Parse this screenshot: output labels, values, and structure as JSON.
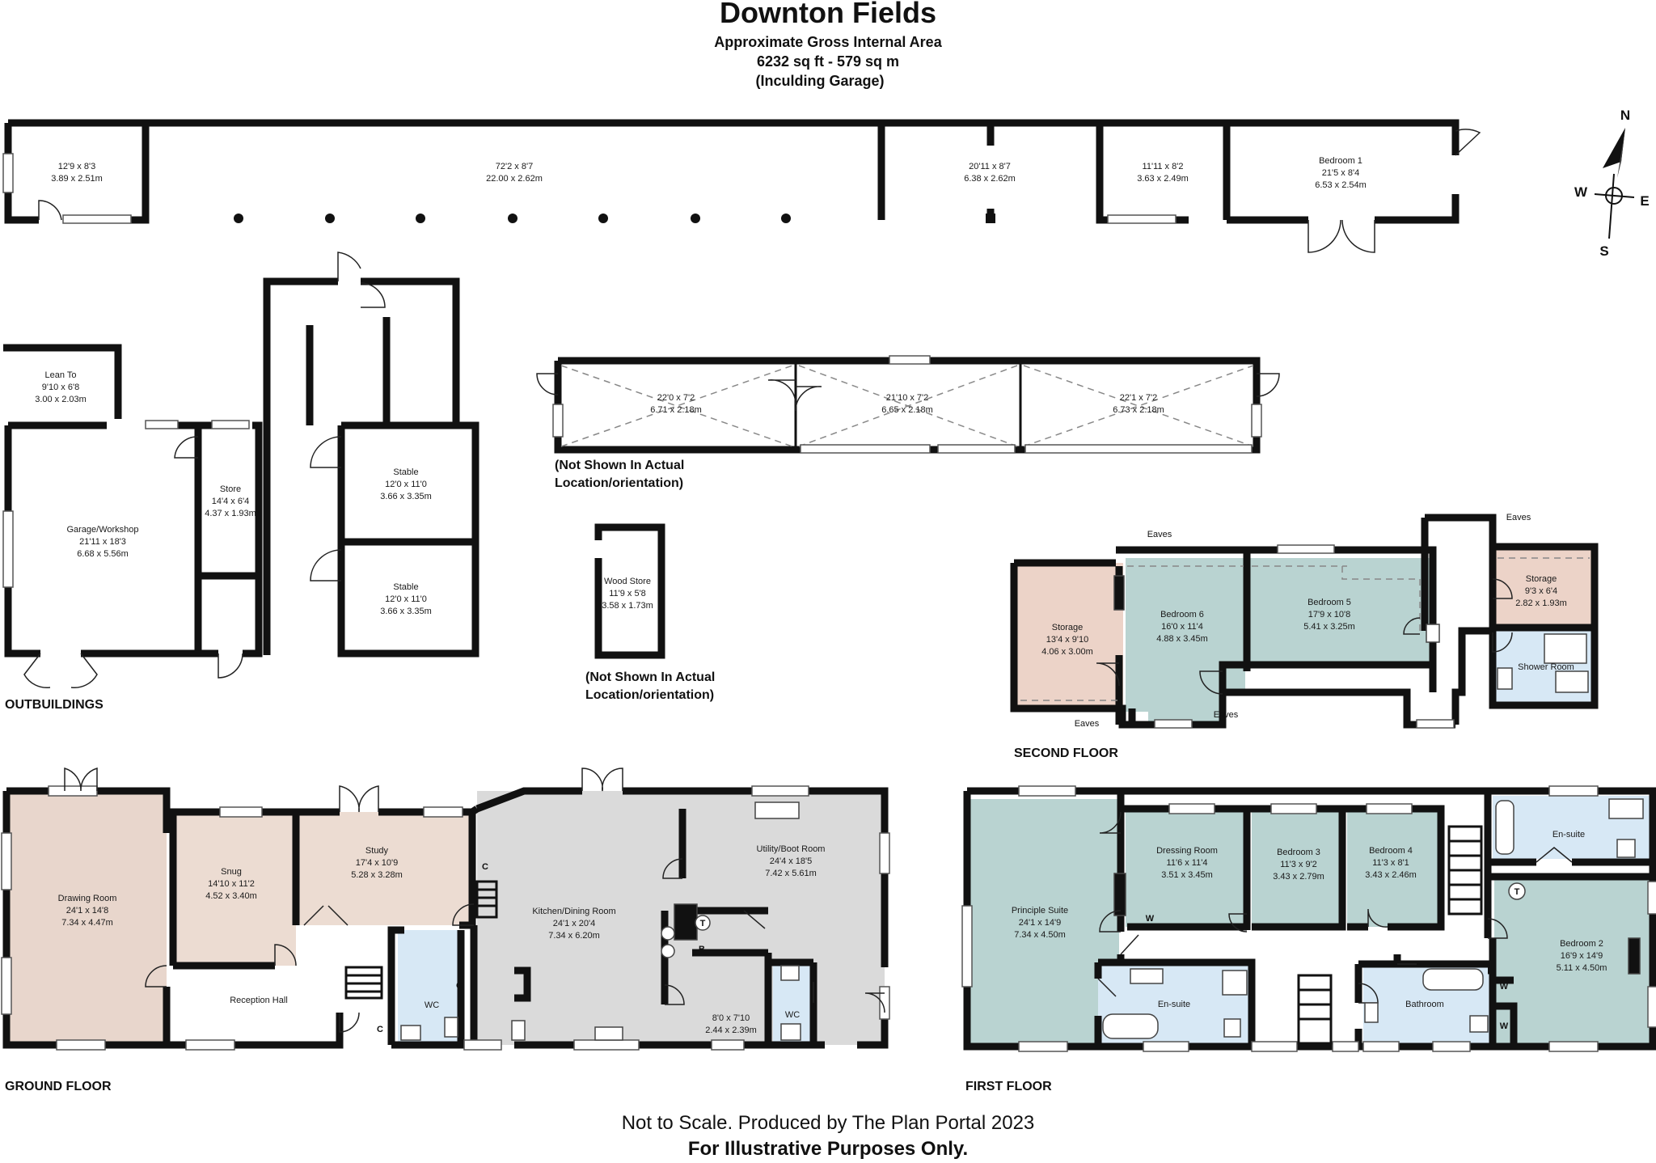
{
  "title": "Downton Fields",
  "subtitle": "Approximate Gross Internal Area",
  "area": "6232 sq ft - 579 sq m",
  "area_note": "(Inculding Garage)",
  "compass": {
    "n": "N",
    "e": "E",
    "s": "S",
    "w": "W"
  },
  "colors": {
    "drawing_room": "#e8d6cc",
    "snug": "#ecdcd2",
    "study": "#ecdcd2",
    "kitchen": "#dadada",
    "wet": "#d7e8f5",
    "bedroom_green": "#b9d3d1",
    "storage_pink": "#ecd3c8",
    "wall": "#111111"
  },
  "floor_labels": {
    "outbuildings": "OUTBUILDINGS",
    "ground": "GROUND FLOOR",
    "first": "FIRST FLOOR",
    "second": "SECOND FLOOR"
  },
  "not_shown_1": [
    "(Not Shown In Actual",
    "Location/orientation)"
  ],
  "not_shown_2": [
    "(Not Shown In Actual",
    "Location/orientation)"
  ],
  "barn": [
    {
      "dim1": "12'9 x 8'3",
      "dim2": "3.89 x 2.51m"
    },
    {
      "dim1": "72'2 x 8'7",
      "dim2": "22.00 x 2.62m"
    },
    {
      "dim1": "20'11 x 8'7",
      "dim2": "6.38 x 2.62m"
    },
    {
      "dim1": "11'11 x 8'2",
      "dim2": "3.63 x 2.49m"
    },
    {
      "name": "Bedroom 1",
      "dim1": "21'5 x 8'4",
      "dim2": "6.53 x 2.54m"
    }
  ],
  "outbuildings": {
    "lean_to": {
      "name": "Lean To",
      "dim1": "9'10 x 6'8",
      "dim2": "3.00 x 2.03m"
    },
    "garage": {
      "name": "Garage/Workshop",
      "dim1": "21'11 x 18'3",
      "dim2": "6.68 x 5.56m"
    },
    "store": {
      "name": "Store",
      "dim1": "14'4 x 6'4",
      "dim2": "4.37 x 1.93m"
    },
    "stable1": {
      "name": "Stable",
      "dim1": "12'0 x 11'0",
      "dim2": "3.66 x 3.35m"
    },
    "stable2": {
      "name": "Stable",
      "dim1": "12'0 x 11'0",
      "dim2": "3.66 x 3.35m"
    },
    "wood_store": {
      "name": "Wood Store",
      "dim1": "11'9 x 5'8",
      "dim2": "3.58 x 1.73m"
    }
  },
  "shelters": [
    {
      "dim1": "22'0 x 7'2",
      "dim2": "6.71 x 2.18m"
    },
    {
      "dim1": "21'10 x 7'2",
      "dim2": "6.65 x 2.18m"
    },
    {
      "dim1": "22'1 x 7'2",
      "dim2": "6.73 x 2.18m"
    }
  ],
  "ground": {
    "drawing": {
      "name": "Drawing Room",
      "dim1": "24'1 x 14'8",
      "dim2": "7.34 x 4.47m"
    },
    "snug": {
      "name": "Snug",
      "dim1": "14'10 x 11'2",
      "dim2": "4.52 x 3.40m"
    },
    "study": {
      "name": "Study",
      "dim1": "17'4 x 10'9",
      "dim2": "5.28 x 3.28m"
    },
    "hall": {
      "name": "Reception Hall"
    },
    "wc1": {
      "name": "WC"
    },
    "kitchen": {
      "name": "Kitchen/Dining Room",
      "dim1": "24'1 x 20'4",
      "dim2": "7.34 x 6.20m"
    },
    "utility": {
      "name": "Utility/Boot Room",
      "dim1": "24'4 x 18'5",
      "dim2": "7.42 x 5.61m"
    },
    "room8": {
      "dim1": "8'0 x 7'10",
      "dim2": "2.44 x 2.39m"
    },
    "wc2": {
      "name": "WC"
    },
    "c": "C",
    "t": "T",
    "b": "B"
  },
  "first": {
    "principal": {
      "name": "Principle Suite",
      "dim1": "24'1 x 14'9",
      "dim2": "7.34 x 4.50m"
    },
    "dressing": {
      "name": "Dressing Room",
      "dim1": "11'6 x 11'4",
      "dim2": "3.51 x 3.45m"
    },
    "bed3": {
      "name": "Bedroom 3",
      "dim1": "11'3 x 9'2",
      "dim2": "3.43 x 2.79m"
    },
    "bed4": {
      "name": "Bedroom 4",
      "dim1": "11'3 x 8'1",
      "dim2": "3.43 x 2.46m"
    },
    "ensuite1": {
      "name": "En-suite"
    },
    "ensuite2": {
      "name": "En-suite"
    },
    "bed2": {
      "name": "Bedroom 2",
      "dim1": "16'9 x 14'9",
      "dim2": "5.11 x 4.50m"
    },
    "bathroom": {
      "name": "Bathroom"
    },
    "w": "W",
    "t": "T"
  },
  "second": {
    "storage1": {
      "name": "Storage",
      "dim1": "13'4 x 9'10",
      "dim2": "4.06 x 3.00m"
    },
    "bed6": {
      "name": "Bedroom 6",
      "dim1": "16'0 x 11'4",
      "dim2": "4.88 x 3.45m"
    },
    "bed5": {
      "name": "Bedroom 5",
      "dim1": "17'9 x 10'8",
      "dim2": "5.41 x 3.25m"
    },
    "storage2": {
      "name": "Storage",
      "dim1": "9'3 x 6'4",
      "dim2": "2.82 x 1.93m"
    },
    "shower": {
      "name": "Shower Room"
    },
    "eaves": "Eaves"
  },
  "footer": {
    "line1": "Not to Scale. Produced by The Plan Portal 2023",
    "line2": "For Illustrative Purposes Only."
  }
}
